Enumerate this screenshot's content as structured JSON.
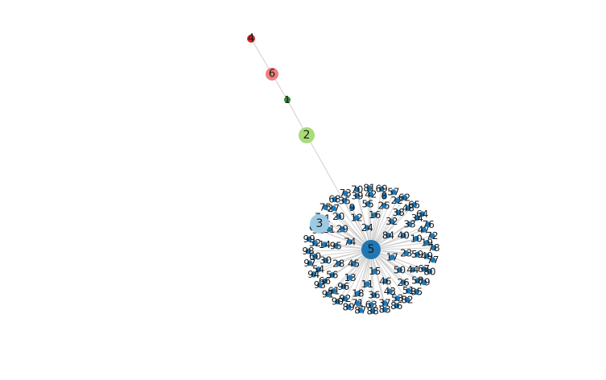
{
  "graph": {
    "main_nodes": [
      {
        "id": "4",
        "color": "#d62728"
      },
      {
        "id": "6",
        "color": "#f08080"
      },
      {
        "id": "1",
        "color": "#2e8b2e"
      },
      {
        "id": "2",
        "color": "#a8dc7a"
      },
      {
        "id": "3",
        "color": "#9ecae1"
      },
      {
        "id": "5",
        "color": "#1f77b4"
      }
    ],
    "chain_edges": [
      [
        "4",
        "6"
      ],
      [
        "6",
        "1"
      ],
      [
        "1",
        "2"
      ],
      [
        "2",
        "5"
      ],
      [
        "3",
        "5"
      ]
    ],
    "hub": "5",
    "leaf_color": "#1f77b4",
    "edge_color": "#cfcfcf",
    "leaf_labels": [
      "15",
      "45",
      "74",
      "24",
      "84",
      "17",
      "13",
      "28",
      "95",
      "29",
      "12",
      "16",
      "32",
      "40",
      "23",
      "50",
      "46",
      "11",
      "30",
      "14",
      "21",
      "20",
      "9",
      "55",
      "25",
      "38",
      "33",
      "10",
      "59",
      "44",
      "26",
      "43",
      "36",
      "18",
      "96",
      "56",
      "31",
      "41",
      "27",
      "35",
      "39",
      "42",
      "8",
      "22",
      "48",
      "34",
      "47",
      "19",
      "49",
      "67",
      "58",
      "51",
      "53",
      "37",
      "63",
      "71",
      "92",
      "61",
      "66",
      "54",
      "60",
      "52",
      "75",
      "68",
      "73",
      "70",
      "81",
      "69",
      "57",
      "62",
      "65",
      "64",
      "76",
      "72",
      "78",
      "77",
      "80",
      "79",
      "85",
      "82",
      "86",
      "83",
      "88",
      "87",
      "89",
      "90",
      "91",
      "93",
      "94",
      "97",
      "98",
      "99",
      "0",
      "7"
    ]
  }
}
